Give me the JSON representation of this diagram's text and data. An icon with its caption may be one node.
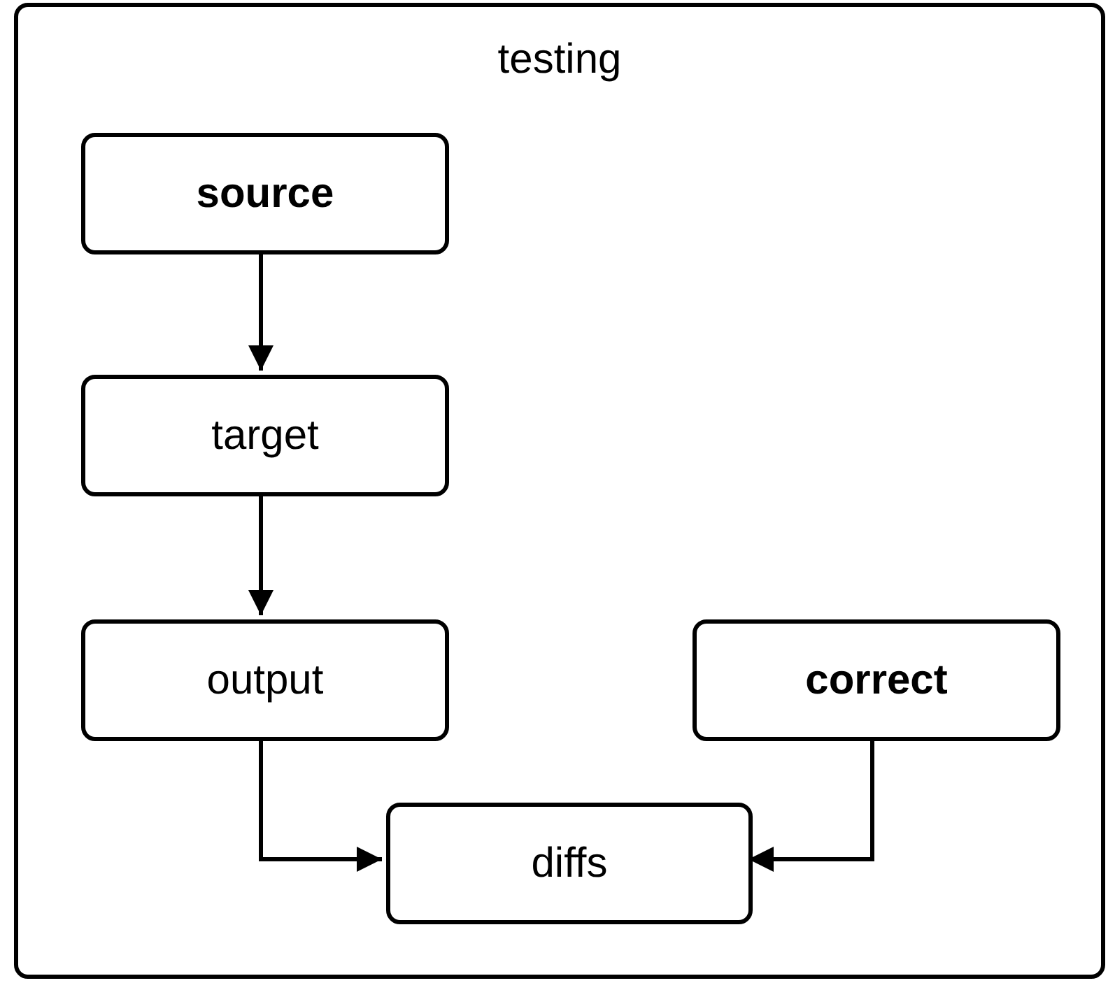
{
  "diagram": {
    "nodes": [
      {
        "text": [
          "testing"
        ]
      },
      {
        "text": [
          "source"
        ],
        "in": 0
      },
      {
        "text": [
          "target"
        ],
        "in": 0
      },
      {
        "text": [
          "output"
        ],
        "in": 0
      },
      {
        "text": [
          "correct"
        ],
        "in": 0
      },
      {
        "text": [
          "diffs"
        ],
        "in": 0
      }
    ],
    "edges": [
      {
        "from": 1,
        "to": 2,
        "arrow": "to"
      },
      {
        "from": 2,
        "to": 3,
        "arrow": "to"
      },
      {
        "from": 3,
        "to": 5,
        "arrow": "to"
      },
      {
        "from": 4,
        "to": 5,
        "arrow": "to"
      }
    ]
  }
}
